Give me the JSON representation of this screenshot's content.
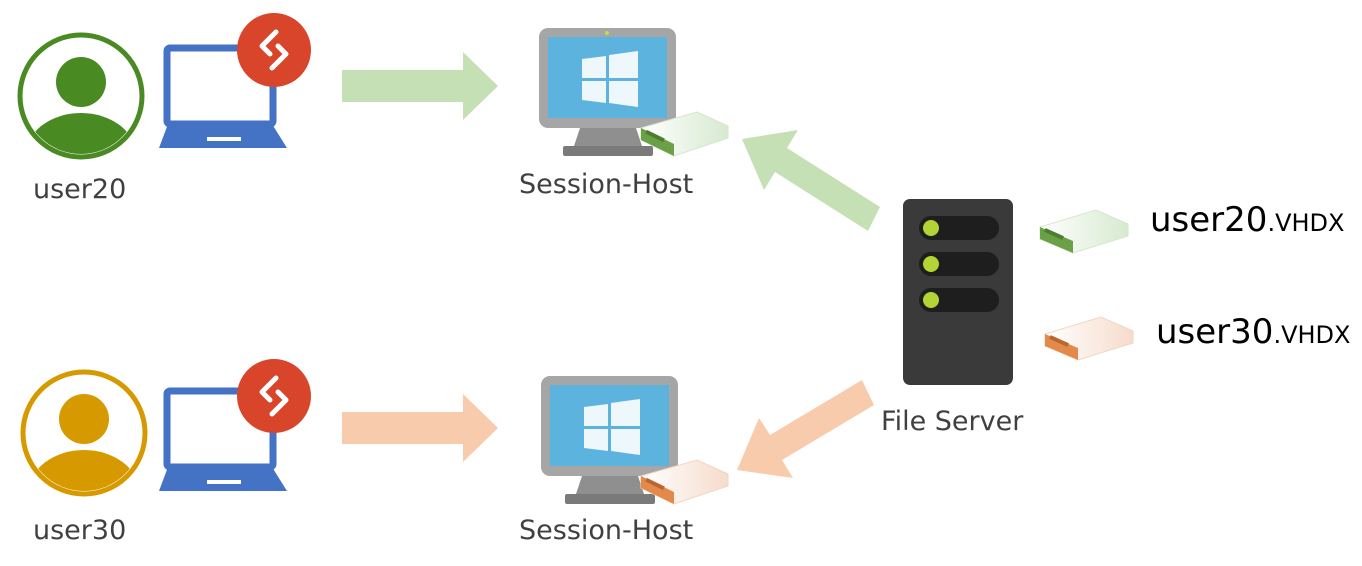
{
  "users": [
    {
      "name": "user20",
      "color": "#4a8a22"
    },
    {
      "name": "user30",
      "color": "#d69a00"
    }
  ],
  "hosts": [
    {
      "label": "Session-Host"
    },
    {
      "label": "Session-Host"
    }
  ],
  "server": {
    "label": "File Server"
  },
  "disks": [
    {
      "name": "user20",
      "ext": ".VHDX",
      "color": "#6aa046"
    },
    {
      "name": "user30",
      "ext": ".VHDX",
      "color": "#e38a4a"
    }
  ],
  "colors": {
    "green_arrow": "#c5e0b4",
    "orange_arrow": "#f8cbad",
    "laptop": "#4472c4",
    "rdp_badge": "#d9452a",
    "monitor_frame": "#a6a6a6",
    "screen": "#5bb3de",
    "server_body": "#3a3a3a",
    "server_led": "#b4d334"
  },
  "icons": [
    "user-avatar-icon",
    "laptop-icon",
    "remote-desktop-icon",
    "monitor-icon",
    "windows-logo-icon",
    "disk-icon",
    "server-icon"
  ]
}
